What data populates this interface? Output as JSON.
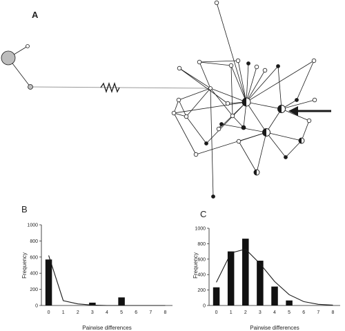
{
  "panels": {
    "a_label": "A",
    "b_label": "B",
    "c_label": "C"
  },
  "colors": {
    "ink": "#1a1a1a",
    "node_gray": "#bdbdbd",
    "connector_gray": "#9a9a9a",
    "bar": "#111111"
  },
  "network": {
    "type": "haplotype-network",
    "long_branch_marked": true,
    "arrow_present": true
  },
  "chart_data": [
    {
      "panel": "B",
      "type": "bar",
      "title": "",
      "xlabel": "Pairwise differences",
      "ylabel": "Frequency",
      "categories": [
        "0",
        "1",
        "2",
        "3",
        "4",
        "5",
        "6",
        "7",
        "8"
      ],
      "values": [
        570,
        0,
        0,
        35,
        0,
        100,
        0,
        0,
        0
      ],
      "expected_line": [
        620,
        60,
        20,
        5,
        0,
        0,
        0,
        0,
        0
      ],
      "ylim": [
        0,
        1000
      ],
      "yticks": [
        0,
        200,
        400,
        600,
        800,
        1000
      ]
    },
    {
      "panel": "C",
      "type": "bar",
      "title": "",
      "xlabel": "Pairwise differences",
      "ylabel": "Frequency",
      "categories": [
        "0",
        "1",
        "2",
        "3",
        "4",
        "5",
        "6",
        "7",
        "8"
      ],
      "values": [
        235,
        700,
        865,
        580,
        245,
        65,
        0,
        0,
        0
      ],
      "expected_line": [
        300,
        680,
        730,
        540,
        310,
        140,
        50,
        15,
        5
      ],
      "ylim": [
        0,
        1000
      ],
      "yticks": [
        0,
        200,
        400,
        600,
        800,
        1000
      ]
    }
  ]
}
